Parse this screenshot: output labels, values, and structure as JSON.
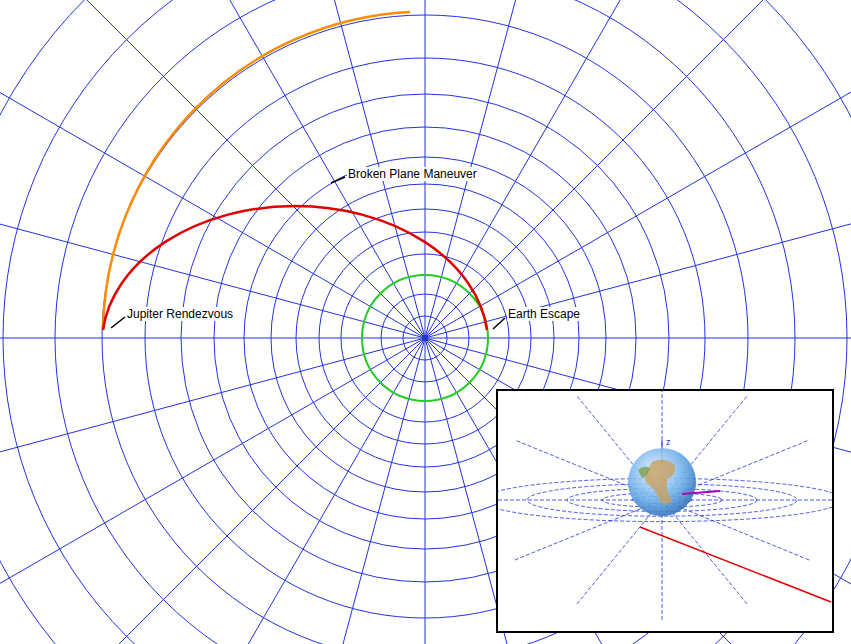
{
  "diagram": {
    "labels": [
      "Broken Plane Maneuver",
      "Jupiter Rendezvous",
      "Earth Escape",
      "z"
    ]
  }
}
